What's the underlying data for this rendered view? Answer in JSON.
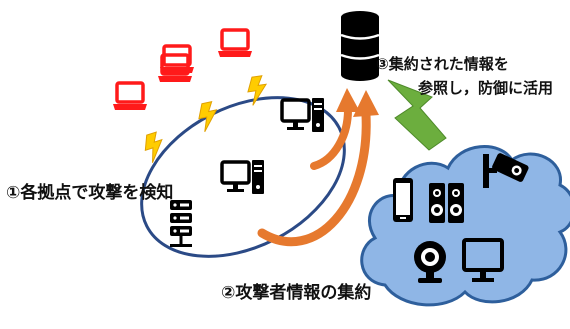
{
  "labels": {
    "detect": "①各拠点で攻撃を検知",
    "collect": "②攻撃者情報の集約",
    "share_line1": "③集約された情報を",
    "share_line2": "参照し，防御に活用"
  },
  "colors": {
    "attacker": "#ff1a1a",
    "lightning": "#ffcc00",
    "ellipse": "#2b4a86",
    "arrow_orange": "#e6792e",
    "arrow_green": "#6cae3e",
    "cloud_fill": "#8fb6e6",
    "cloud_stroke": "#2e5f9c"
  },
  "icons": {
    "attackers": [
      "laptop-icon",
      "laptop-icon",
      "laptop-icon",
      "laptop-icon"
    ],
    "sites": [
      "desktop-pc-icon",
      "desktop-pc-icon",
      "server-rack-icon"
    ],
    "cloud_devices": [
      "smartphone-icon",
      "speaker-icon",
      "security-camera-icon",
      "webcam-icon",
      "monitor-icon"
    ],
    "central": "database-icon"
  }
}
